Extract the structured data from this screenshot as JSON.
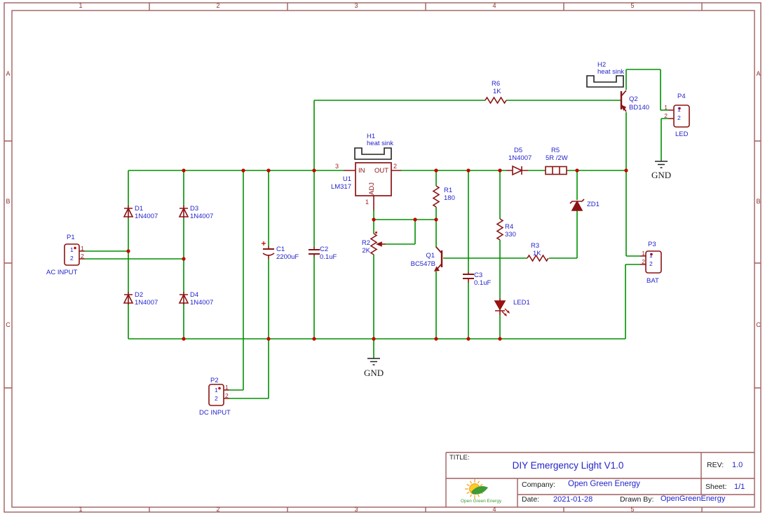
{
  "frame": {
    "columns": [
      "1",
      "2",
      "3",
      "4",
      "5"
    ],
    "rows": [
      "A",
      "B",
      "C"
    ]
  },
  "title_block": {
    "title_label": "TITLE:",
    "title": "DIY Emergency Light V1.0",
    "rev_label": "REV:",
    "rev": "1.0",
    "company_label": "Company:",
    "company": "Open Green Energy",
    "sheet_label": "Sheet:",
    "sheet": "1/1",
    "date_label": "Date:",
    "date": "2021-01-28",
    "drawn_by_label": "Drawn By:",
    "drawn_by": "OpenGreenEnergy",
    "logo_text": "Open Green Energy"
  },
  "components": {
    "d1": {
      "ref": "D1",
      "value": "1N4007"
    },
    "d2": {
      "ref": "D2",
      "value": "1N4007"
    },
    "d3": {
      "ref": "D3",
      "value": "1N4007"
    },
    "d4": {
      "ref": "D4",
      "value": "1N4007"
    },
    "d5": {
      "ref": "D5",
      "value": "1N4007"
    },
    "c1": {
      "ref": "C1",
      "value": "2200uF"
    },
    "c2": {
      "ref": "C2",
      "value": "0.1uF"
    },
    "c3": {
      "ref": "C3",
      "value": "0.1uF"
    },
    "r1": {
      "ref": "R1",
      "value": "180"
    },
    "r2": {
      "ref": "R2",
      "value": "2K"
    },
    "r3": {
      "ref": "R3",
      "value": "1K"
    },
    "r4": {
      "ref": "R4",
      "value": "330"
    },
    "r5": {
      "ref": "R5",
      "value": "5R /2W"
    },
    "r6": {
      "ref": "R6",
      "value": "1K"
    },
    "u1": {
      "ref": "U1",
      "value": "LM317",
      "pin_in": "IN",
      "pin_out": "OUT",
      "pin_adj": "ADJ",
      "num_in": "3",
      "num_out": "2",
      "num_adj": "1"
    },
    "q1": {
      "ref": "Q1",
      "value": "BC547B"
    },
    "q2": {
      "ref": "Q2",
      "value": "BD140"
    },
    "zd1": {
      "ref": "ZD1"
    },
    "led1": {
      "ref": "LED1"
    },
    "h1": {
      "ref": "H1",
      "value": "heat sink"
    },
    "h2": {
      "ref": "H2",
      "value": "heat sink"
    },
    "p1": {
      "ref": "P1",
      "value": "AC INPUT"
    },
    "p2": {
      "ref": "P2",
      "value": "DC INPUT"
    },
    "p3": {
      "ref": "P3",
      "value": "BAT"
    },
    "p4": {
      "ref": "P4",
      "value": "LED"
    }
  },
  "pins": {
    "n1": "1",
    "n2": "2"
  },
  "power": {
    "gnd": "GND"
  },
  "colors": {
    "wire": "#009100",
    "symbol": "#8c1313",
    "junction": "#c80000",
    "label": "#2323cc",
    "frame": "#a05f5f"
  }
}
